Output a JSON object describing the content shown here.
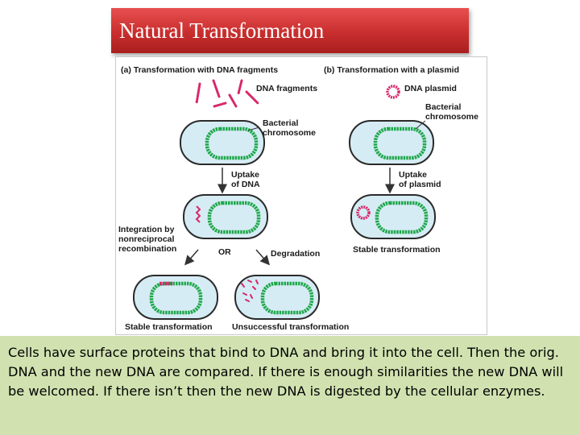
{
  "slide": {
    "title": "Natural Transformation",
    "caption": "Cells have surface proteins that bind to DNA and bring it into the cell. Then the orig. DNA and the new DNA are compared. If there is enough similarities the new DNA will be welcomed. If there isn’t then the new DNA is digested by the cellular enzymes."
  },
  "figure": {
    "panel_a": {
      "heading": "(a)  Transformation with DNA fragments",
      "dna_fragments": "DNA fragments",
      "chromosome_line1": "Bacterial",
      "chromosome_line2": "chromosome",
      "uptake_line1": "Uptake",
      "uptake_line2": "of DNA",
      "integration_line1": "Integration by",
      "integration_line2": "nonreciprocal",
      "integration_line3": "recombination",
      "or": "OR",
      "degradation": "Degradation",
      "stable": "Stable transformation",
      "unsuccessful": "Unsuccessful transformation"
    },
    "panel_b": {
      "heading": "(b)  Transformation with a plasmid",
      "dna_plasmid": "DNA plasmid",
      "chromosome_line1": "Bacterial",
      "chromosome_line2": "chromosome",
      "uptake_line1": "Uptake",
      "uptake_line2": "of plasmid",
      "stable": "Stable transformation"
    },
    "colors": {
      "cell_fill": "#d6ecf5",
      "cell_stroke": "#2a2a2a",
      "chromosome": "#1fa84a",
      "dna": "#d8286a"
    }
  }
}
